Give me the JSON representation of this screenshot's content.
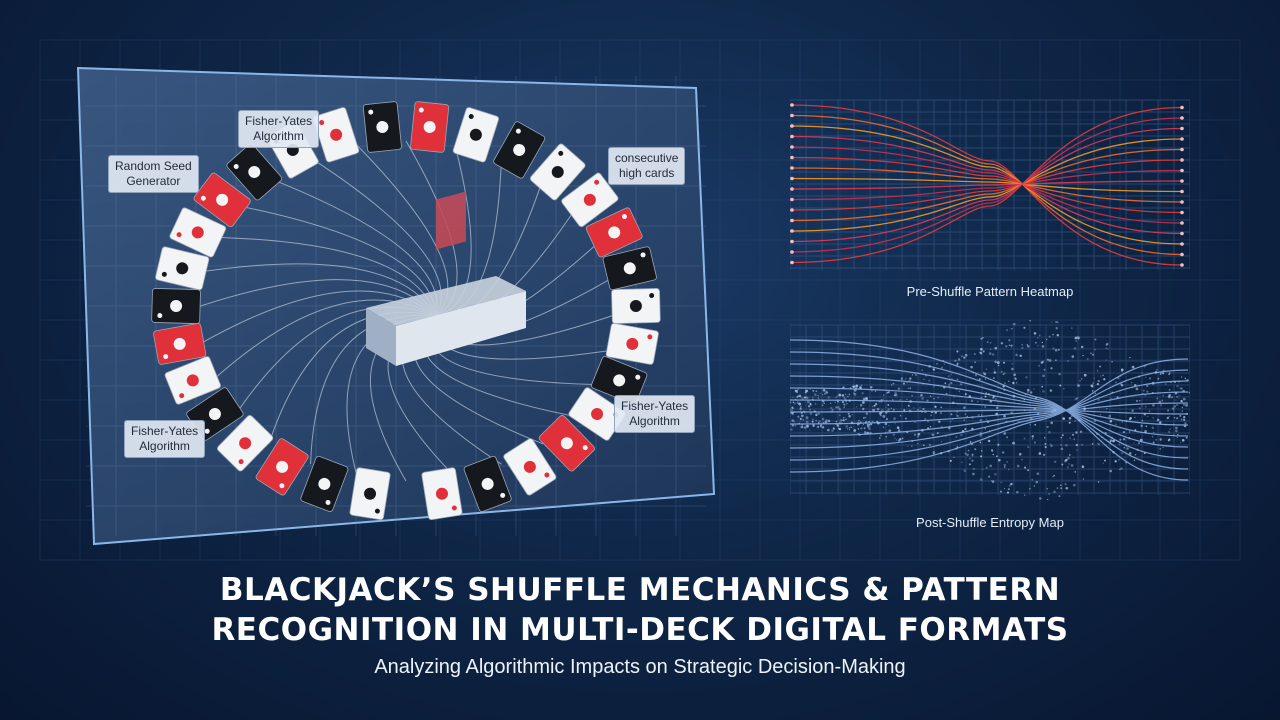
{
  "left_panel": {
    "callouts": {
      "fisher_yates_top": "Fisher-Yates\nAlgorithm",
      "random_seed": "Random Seed\nGenerator",
      "consecutive_high": "consecutive\nhigh cards",
      "fisher_yates_right": "Fisher-Yates\nAlgorithm",
      "fisher_yates_bottom": "Fisher-Yates\nAlgorithm"
    },
    "card_colors": {
      "red": "#e0303a",
      "black": "#15181d",
      "white": "#f3f4f6"
    }
  },
  "right_panel": {
    "top_label": "Pre-Shuffle Pattern Heatmap",
    "bottom_label": "Post-Shuffle Entropy Map"
  },
  "heading": {
    "line1": "BLACKJACK’S SHUFFLE MECHANICS & PATTERN",
    "line2": "RECOGNITION IN MULTI-DECK DIGITAL FORMATS",
    "subtitle": "Analyzing Algorithmic Impacts on Strategic Decision-Making"
  }
}
